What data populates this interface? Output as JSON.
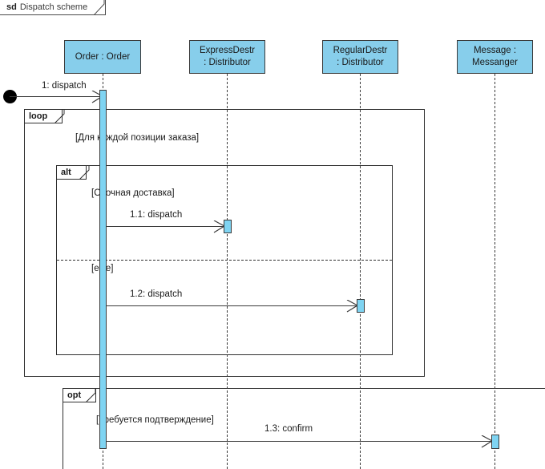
{
  "diagram": {
    "keyword": "sd",
    "title": "Dispatch scheme",
    "type": "uml-sequence-diagram"
  },
  "colors": {
    "lifeline_head_fill": "#87CEEB",
    "activation_fill": "#7FD4F2",
    "line": "#3a3a3a",
    "frame_line": "#2f2f2f",
    "background": "#ffffff",
    "text": "#1a1a1a",
    "found_message_dot": "#000000"
  },
  "lifelines": [
    {
      "id": "order",
      "line1": "Order : Order",
      "line2": ""
    },
    {
      "id": "express_destr",
      "line1": "ExpressDestr",
      "line2": ": Distributor"
    },
    {
      "id": "regular_destr",
      "line1": "RegularDestr",
      "line2": ": Distributor"
    },
    {
      "id": "message",
      "line1": "Message :",
      "line2": "Messanger"
    }
  ],
  "fragments": [
    {
      "id": "loop",
      "operator": "loop",
      "guards": [
        "[Для каждой позиции заказа]"
      ]
    },
    {
      "id": "alt",
      "operator": "alt",
      "guards": [
        "[Срочная доставка]",
        "[else]"
      ]
    },
    {
      "id": "opt",
      "operator": "opt",
      "guards": [
        "[Требуется подтверждение]"
      ]
    }
  ],
  "messages": [
    {
      "id": "m1",
      "label": "1: dispatch",
      "from": "found",
      "to": "order"
    },
    {
      "id": "m1_1",
      "label": "1.1: dispatch",
      "from": "order",
      "to": "express_destr"
    },
    {
      "id": "m1_2",
      "label": "1.2: dispatch",
      "from": "order",
      "to": "regular_destr"
    },
    {
      "id": "m1_3",
      "label": "1.3: confirm",
      "from": "order",
      "to": "message"
    }
  ]
}
